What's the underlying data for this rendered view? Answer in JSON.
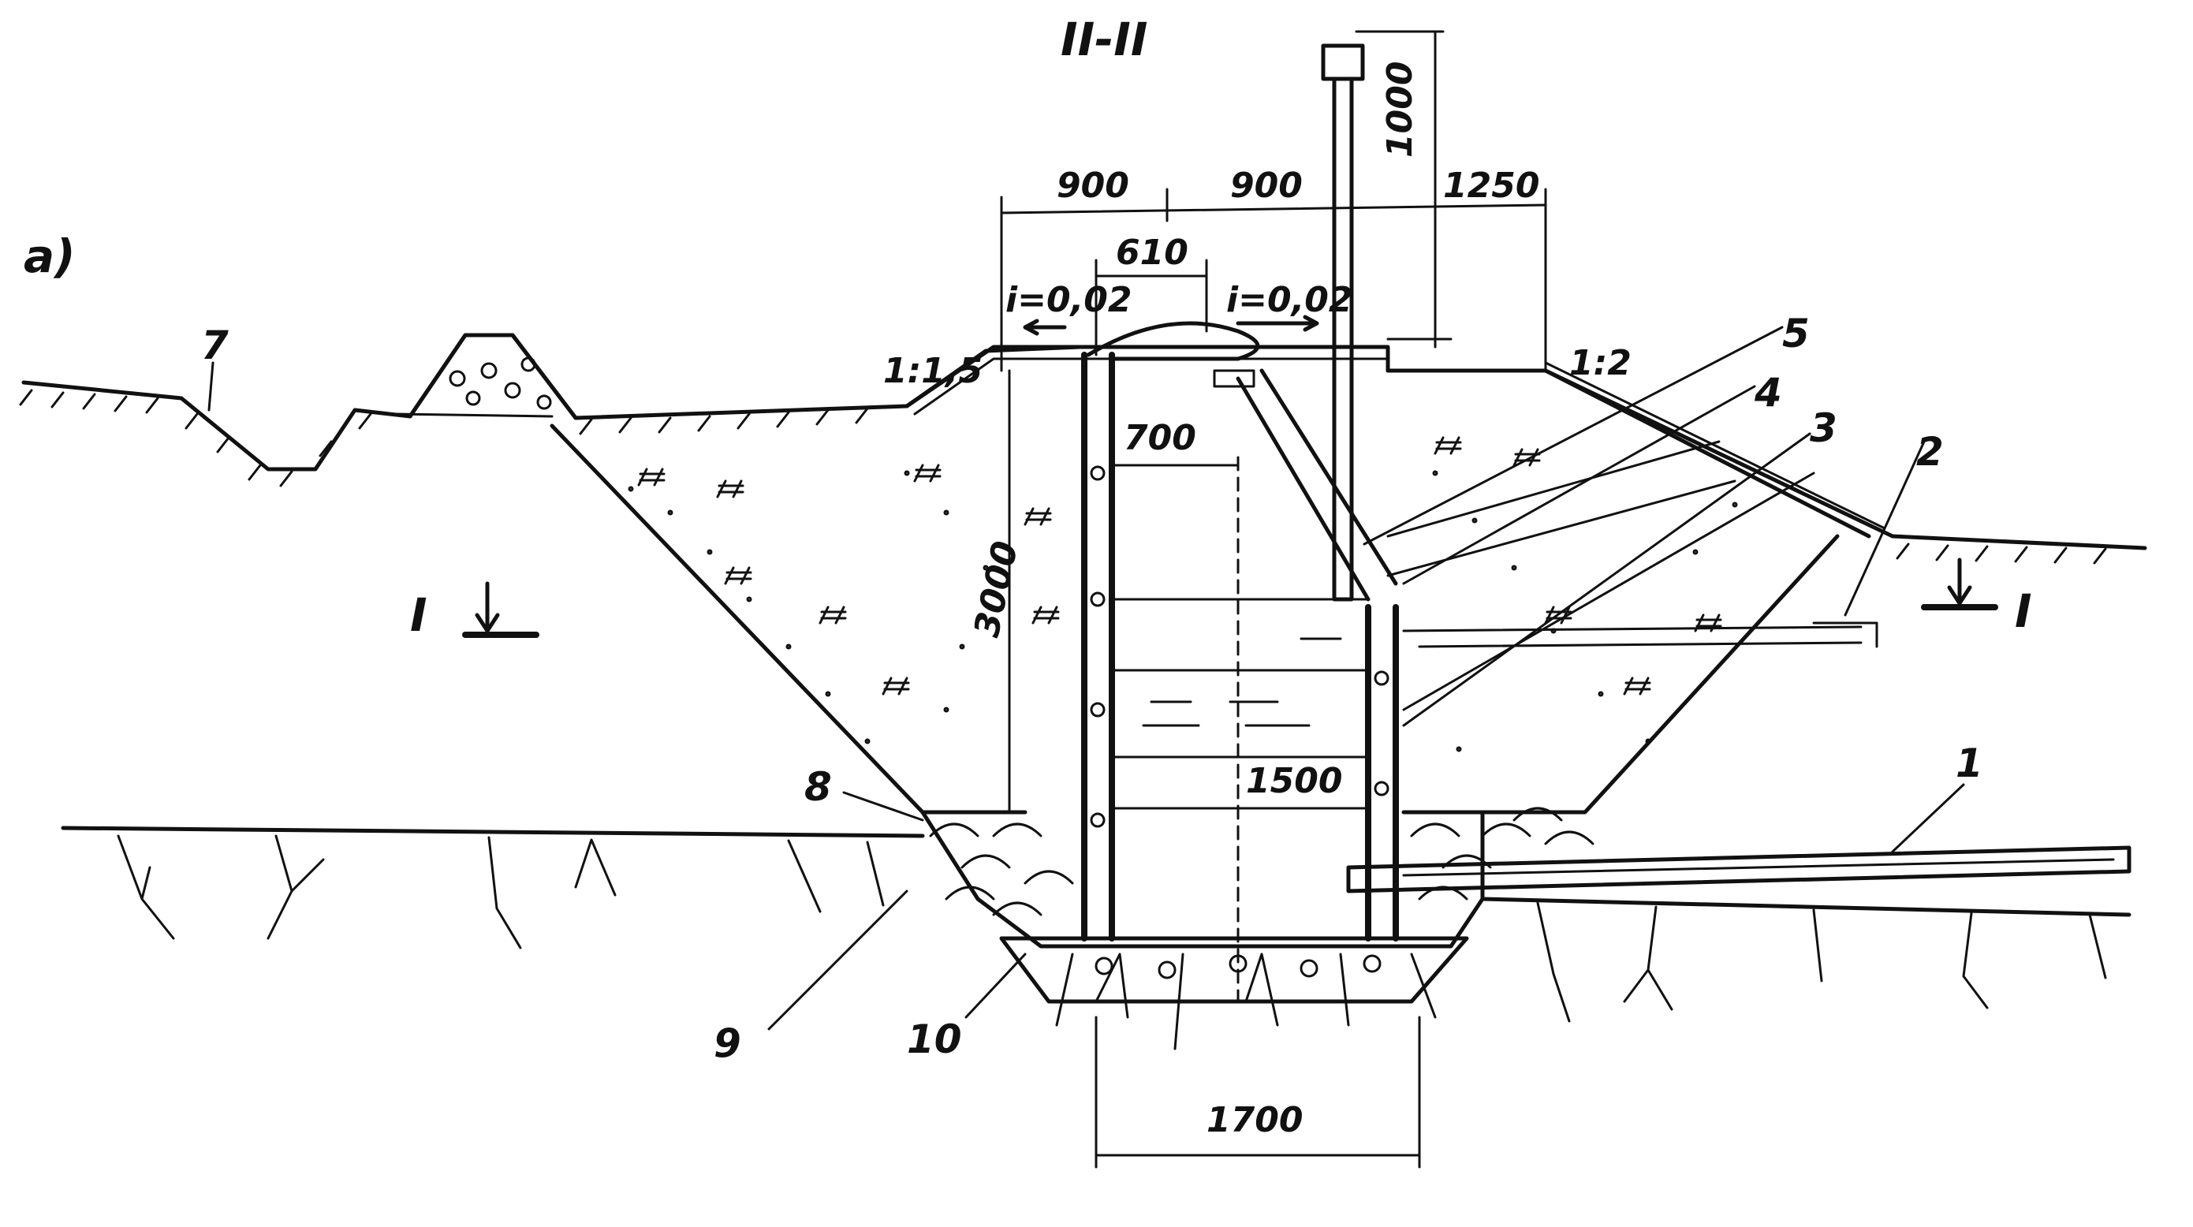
{
  "figure": {
    "section_title": "II-II",
    "panel_label": "a)"
  },
  "dimensions": {
    "top_left": "900",
    "top_middle": "900",
    "top_right": "1250",
    "inner_top": "610",
    "pipe_height": "1000",
    "shaft_width": "700",
    "shaft_depth": "3000",
    "chamber_width": "1500",
    "base_width": "1700"
  },
  "slopes": {
    "left": "1:1,5",
    "right": "1:2",
    "grade_left": "i=0,02",
    "grade_right": "i=0,02"
  },
  "section_marks": {
    "left": "I",
    "right": "I"
  },
  "callouts": [
    "1",
    "2",
    "3",
    "4",
    "5",
    "7",
    "8",
    "9",
    "10"
  ],
  "colors": {
    "ink": "#111111",
    "paper": "#ffffff"
  }
}
